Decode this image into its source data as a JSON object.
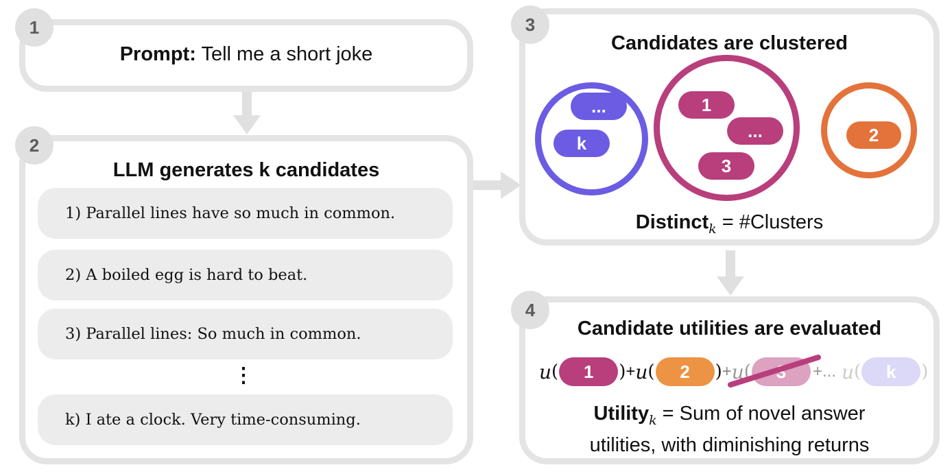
{
  "steps": {
    "s1": {
      "number": "1",
      "prompt_label": "Prompt:",
      "prompt_text": "Tell me a short joke"
    },
    "s2": {
      "number": "2",
      "title": "LLM generates k candidates",
      "candidates": [
        "1) Parallel lines have so much in common.",
        "2) A boiled egg is hard to beat.",
        "3) Parallel lines: So much in common.",
        "k) I ate a clock. Very time-consuming."
      ],
      "ellipsis": "⋮"
    },
    "s3": {
      "number": "3",
      "title": "Candidates are clustered",
      "clusters": {
        "purple": [
          "...",
          "k"
        ],
        "magenta": [
          "1",
          "...",
          "3"
        ],
        "orange": [
          "2"
        ]
      },
      "metric_name": "Distinct",
      "metric_sub": "k",
      "metric_rest": " = #Clusters"
    },
    "s4": {
      "number": "4",
      "title": "Candidate utilities are evaluated",
      "terms": [
        {
          "fn": "u",
          "label": "1"
        },
        {
          "fn": "u",
          "label": "2"
        },
        {
          "fn": "u",
          "label": "3"
        },
        {
          "fn": "u",
          "label": "k"
        }
      ],
      "plus": "+",
      "plus_ellipsis": "+...",
      "open_paren": "(",
      "close_paren": ")",
      "metric_name": "Utility",
      "metric_sub": "k",
      "metric_line1": " = Sum of novel answer",
      "metric_line2": "utilities, with diminishing returns"
    }
  },
  "colors": {
    "purple": "#6b5ce3",
    "magenta": "#b83e7c",
    "orange": "#e3733a",
    "orange_light": "#ec9344",
    "magenta_faded": "#dca2c0",
    "lavender": "#dcd8f7",
    "panel_border": "#e4e4e4",
    "candidate_bg": "#ececec"
  }
}
